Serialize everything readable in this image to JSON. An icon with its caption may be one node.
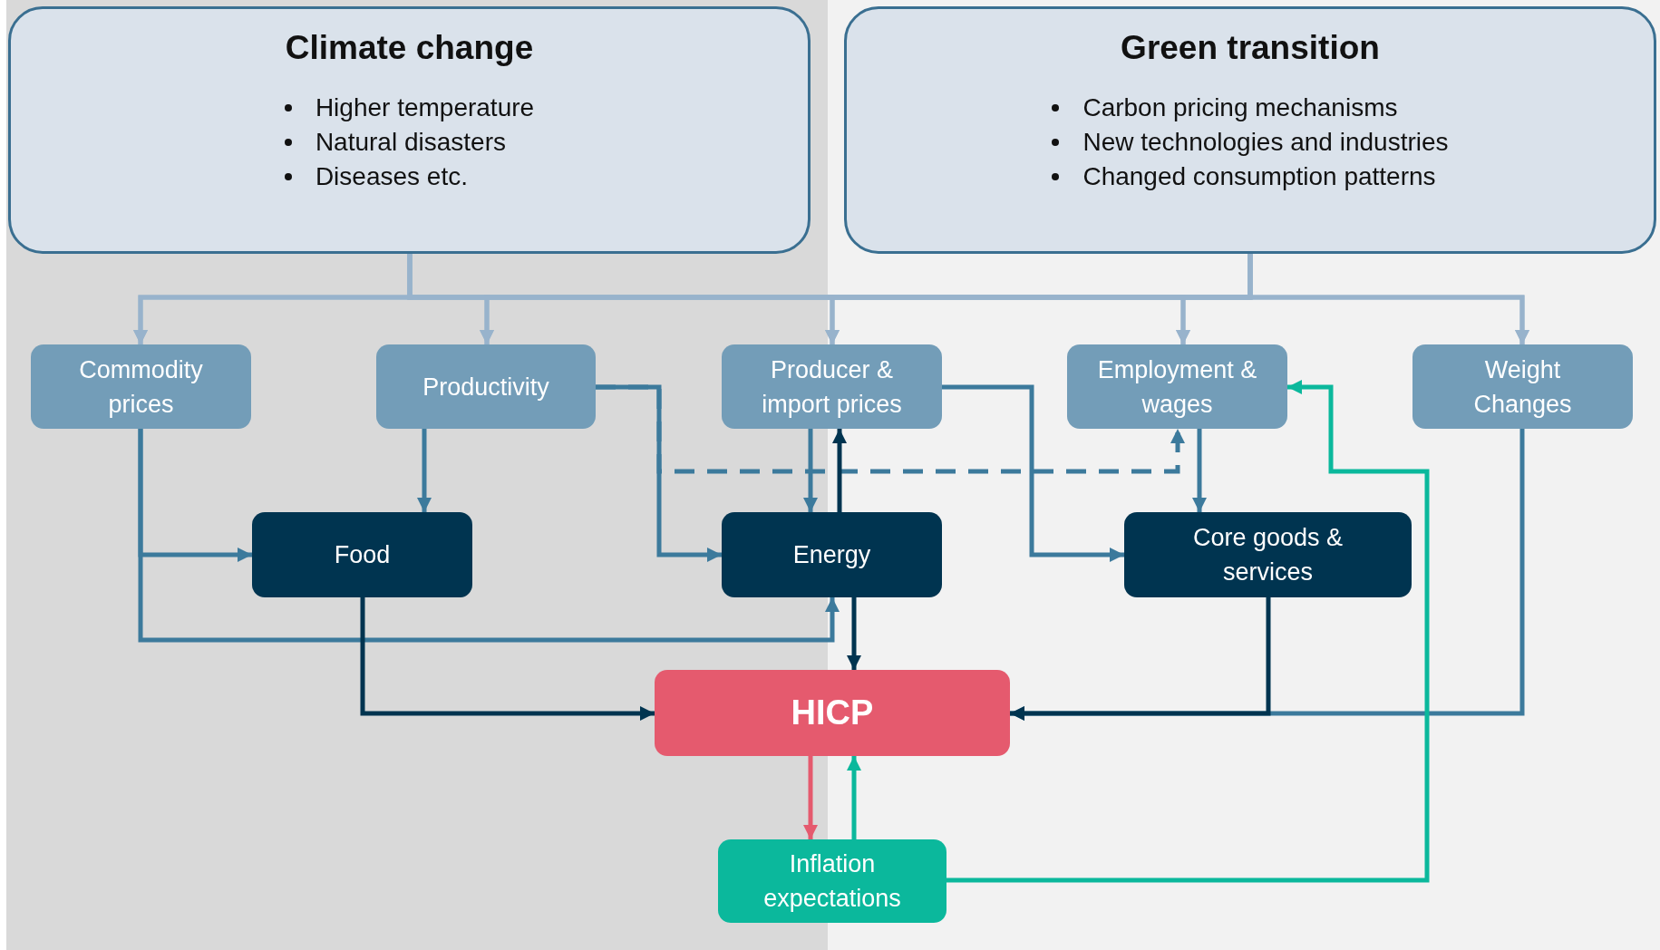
{
  "diagram": {
    "nodes": [
      {
        "text": [
          "Climate change",
          "Higher temperature",
          "Natural disasters",
          "Diseases etc."
        ]
      },
      {
        "text": [
          "Green transition",
          "Carbon pricing mechanisms",
          "New technologies and industries",
          "Changed consumption patterns"
        ]
      },
      {
        "text": [
          "Commodity prices"
        ]
      },
      {
        "text": [
          "Productivity"
        ]
      },
      {
        "text": [
          "Producer & import prices"
        ]
      },
      {
        "text": [
          "Employment & wages"
        ]
      },
      {
        "text": [
          "Weight Changes"
        ]
      },
      {
        "text": [
          "Food"
        ]
      },
      {
        "text": [
          "Energy"
        ]
      },
      {
        "text": [
          "Core goods & services"
        ]
      },
      {
        "text": [
          "HICP"
        ]
      },
      {
        "text": [
          "Inflation expectations"
        ]
      }
    ],
    "edges": [
      {
        "from": 0,
        "to": 2,
        "arrow": "to"
      },
      {
        "from": 0,
        "to": 3,
        "arrow": "to"
      },
      {
        "from": 0,
        "to": 4,
        "arrow": "to"
      },
      {
        "from": 0,
        "to": 5,
        "arrow": "to"
      },
      {
        "from": 0,
        "to": 6,
        "arrow": "to"
      },
      {
        "from": 1,
        "to": 2,
        "arrow": "to"
      },
      {
        "from": 1,
        "to": 3,
        "arrow": "to"
      },
      {
        "from": 1,
        "to": 4,
        "arrow": "to"
      },
      {
        "from": 1,
        "to": 5,
        "arrow": "to"
      },
      {
        "from": 1,
        "to": 6,
        "arrow": "to"
      },
      {
        "from": 2,
        "to": 7,
        "arrow": "to",
        "color": "#3c7a9c"
      },
      {
        "from": 2,
        "to": 8,
        "arrow": "to",
        "color": "#3c7a9c"
      },
      {
        "from": 3,
        "to": 7,
        "arrow": "to",
        "color": "#3c7a9c"
      },
      {
        "from": 3,
        "to": 8,
        "arrow": "to",
        "color": "#3c7a9c"
      },
      {
        "from": 3,
        "to": 5,
        "arrow": "to",
        "style": "dashed",
        "color": "#3c7a9c"
      },
      {
        "from": 4,
        "to": 8,
        "arrow": "to",
        "color": "#3c7a9c"
      },
      {
        "from": 8,
        "to": 4,
        "arrow": "to",
        "color": "#003450"
      },
      {
        "from": 4,
        "to": 9,
        "arrow": "to",
        "color": "#3c7a9c"
      },
      {
        "from": 5,
        "to": 9,
        "arrow": "to",
        "color": "#3c7a9c"
      },
      {
        "from": 6,
        "to": 10,
        "arrow": "to",
        "color": "#3c7a9c"
      },
      {
        "from": 8,
        "to": 10,
        "arrow": "to",
        "color": "#003450"
      },
      {
        "from": 7,
        "to": 10,
        "arrow": "to",
        "color": "#003450"
      },
      {
        "from": 9,
        "to": 10,
        "arrow": "to",
        "color": "#003450"
      },
      {
        "from": 10,
        "to": 11,
        "arrow": "to",
        "color": "#e55a6e"
      },
      {
        "from": 11,
        "to": 10,
        "arrow": "to",
        "color": "#0bb89c"
      },
      {
        "from": 11,
        "to": 5,
        "arrow": "to",
        "color": "#0bb89c"
      }
    ]
  }
}
